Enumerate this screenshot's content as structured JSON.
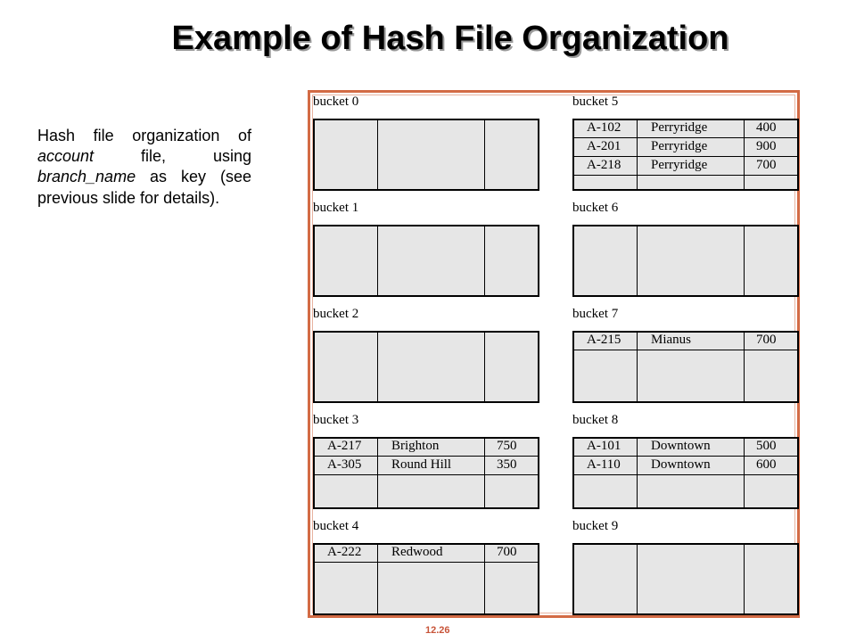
{
  "title": "Example of Hash File Organization",
  "description": {
    "line1": "Hash file organization",
    "line2_pre": "of ",
    "line2_em": "account",
    "line2_post": " file, using",
    "line3_em": "branch_name",
    "line3_post": " as key",
    "line4": "(see previous slide for",
    "line5": "details)."
  },
  "buckets": [
    {
      "label": "bucket 0",
      "records": []
    },
    {
      "label": "bucket 1",
      "records": []
    },
    {
      "label": "bucket 2",
      "records": []
    },
    {
      "label": "bucket 3",
      "records": [
        [
          "A-217",
          "Brighton",
          "750"
        ],
        [
          "A-305",
          "Round Hill",
          "350"
        ]
      ]
    },
    {
      "label": "bucket 4",
      "records": [
        [
          "A-222",
          "Redwood",
          "700"
        ]
      ]
    },
    {
      "label": "bucket 5",
      "records": [
        [
          "A-102",
          "Perryridge",
          "400"
        ],
        [
          "A-201",
          "Perryridge",
          "900"
        ],
        [
          "A-218",
          "Perryridge",
          "700"
        ]
      ]
    },
    {
      "label": "bucket 6",
      "records": []
    },
    {
      "label": "bucket 7",
      "records": [
        [
          "A-215",
          "Mianus",
          "700"
        ]
      ]
    },
    {
      "label": "bucket 8",
      "records": [
        [
          "A-101",
          "Downtown",
          "500"
        ],
        [
          "A-110",
          "Downtown",
          "600"
        ]
      ]
    },
    {
      "label": "bucket 9",
      "records": []
    }
  ],
  "footer": "12.26",
  "colors": {
    "border": "#d36b45",
    "cell_fill": "#e6e6e6",
    "footer": "#c8553a"
  }
}
